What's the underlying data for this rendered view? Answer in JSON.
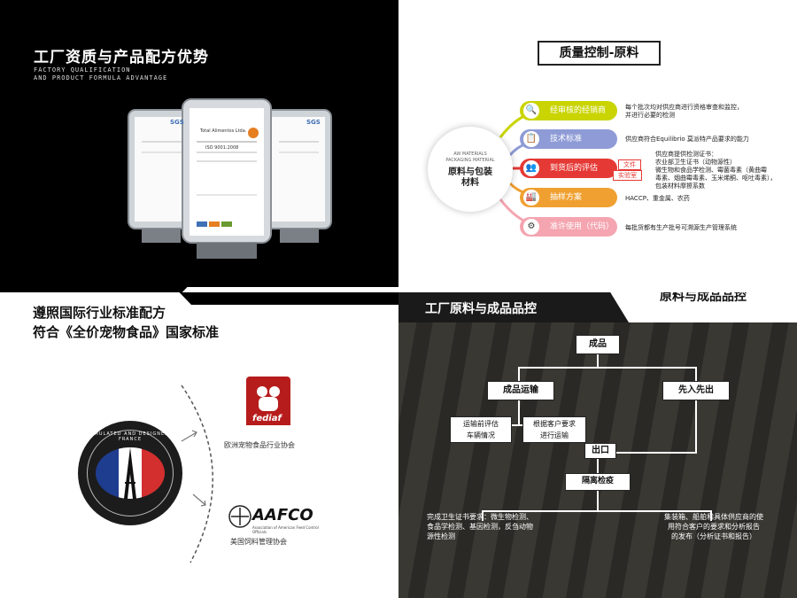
{
  "q1": {
    "title": "工厂资质与产品配方优势",
    "subtitle": "FACTORY QUALIFICATION\nAND PRODUCT FORMULA ADVANTAGE",
    "cert_left": "SGS",
    "cert_mid_title": "Total Alimentos Ltda.",
    "cert_mid_iso": "ISO 9001:2008",
    "cert_right": "SGS"
  },
  "q2": {
    "title": "质量控制-原料",
    "hub_en": "AW MATERIALS\nPACKAGING MATERIAL",
    "hub_cn": "原料与包装\n材料",
    "items": [
      {
        "label": "经审核的经销商",
        "icon": "🔍",
        "color": "#c9d400",
        "desc": "每个批次均对供应商进行资格审查和监控，\n并进行必要的检测"
      },
      {
        "label": "技术标准",
        "icon": "📋",
        "color": "#8e9bd6",
        "desc": "供应商符合Equilibrio 莫派特产品要求的能力"
      },
      {
        "label": "到货后的评估",
        "icon": "👥",
        "color": "#e53935",
        "desc": "供应商提供检测证书：\n农业部卫生证书（动物源性）\n微生物和食品学检测、霉菌毒素（黄曲霉\n毒素、烟曲霉毒素、玉米烯酮、呕吐毒素），\n包装材料摩擦系数"
      },
      {
        "label": "抽样方案",
        "icon": "🏭",
        "color": "#f0a030",
        "desc": "HACCP、重金属、农药"
      },
      {
        "label": "准许使用（代码）",
        "icon": "⚙",
        "color": "#f4a5b0",
        "desc": "每批货都有生产批号可溯源生产管理系统"
      }
    ],
    "tag_doc": "文件",
    "tag_lab": "实验室"
  },
  "q3": {
    "title_line1": "遵照国际行业标准配方",
    "title_line2": "符合《全价宠物食品》国家标准",
    "badge_text": "FORMULATED AND DESIGNED IN FRANCE",
    "fediaf_logo": "fediaf",
    "fediaf_name": "欧洲宠物食品行业协会",
    "aafco_logo": "AAFCO",
    "aafco_sub": "Association of American Feed Control Officials",
    "aafco_name": "美国饲料管理协会",
    "flag_colors": [
      "#1f3d8f",
      "#ffffff",
      "#d32f2f"
    ]
  },
  "q4": {
    "title_right": "原料与成品品控",
    "title_left": "工厂原料与成品品控",
    "box_product": "成品",
    "box_transport": "成品运输",
    "box_fifo": "先入先出",
    "box_vehicle": "运输前评估\n车辆情况",
    "box_customer": "根据客户要求\n进行运输",
    "box_out": "出口",
    "box_quarantine": "隔离检疫",
    "note_left": "完成卫生证书要求：微生物检测、\n食品学检测、基因检测，反刍动物\n源性检测",
    "note_right": "集装箱、船舶和具体供应商的使\n用符合客户的要求和分析报告\n的发布（分析证书和报告）"
  }
}
